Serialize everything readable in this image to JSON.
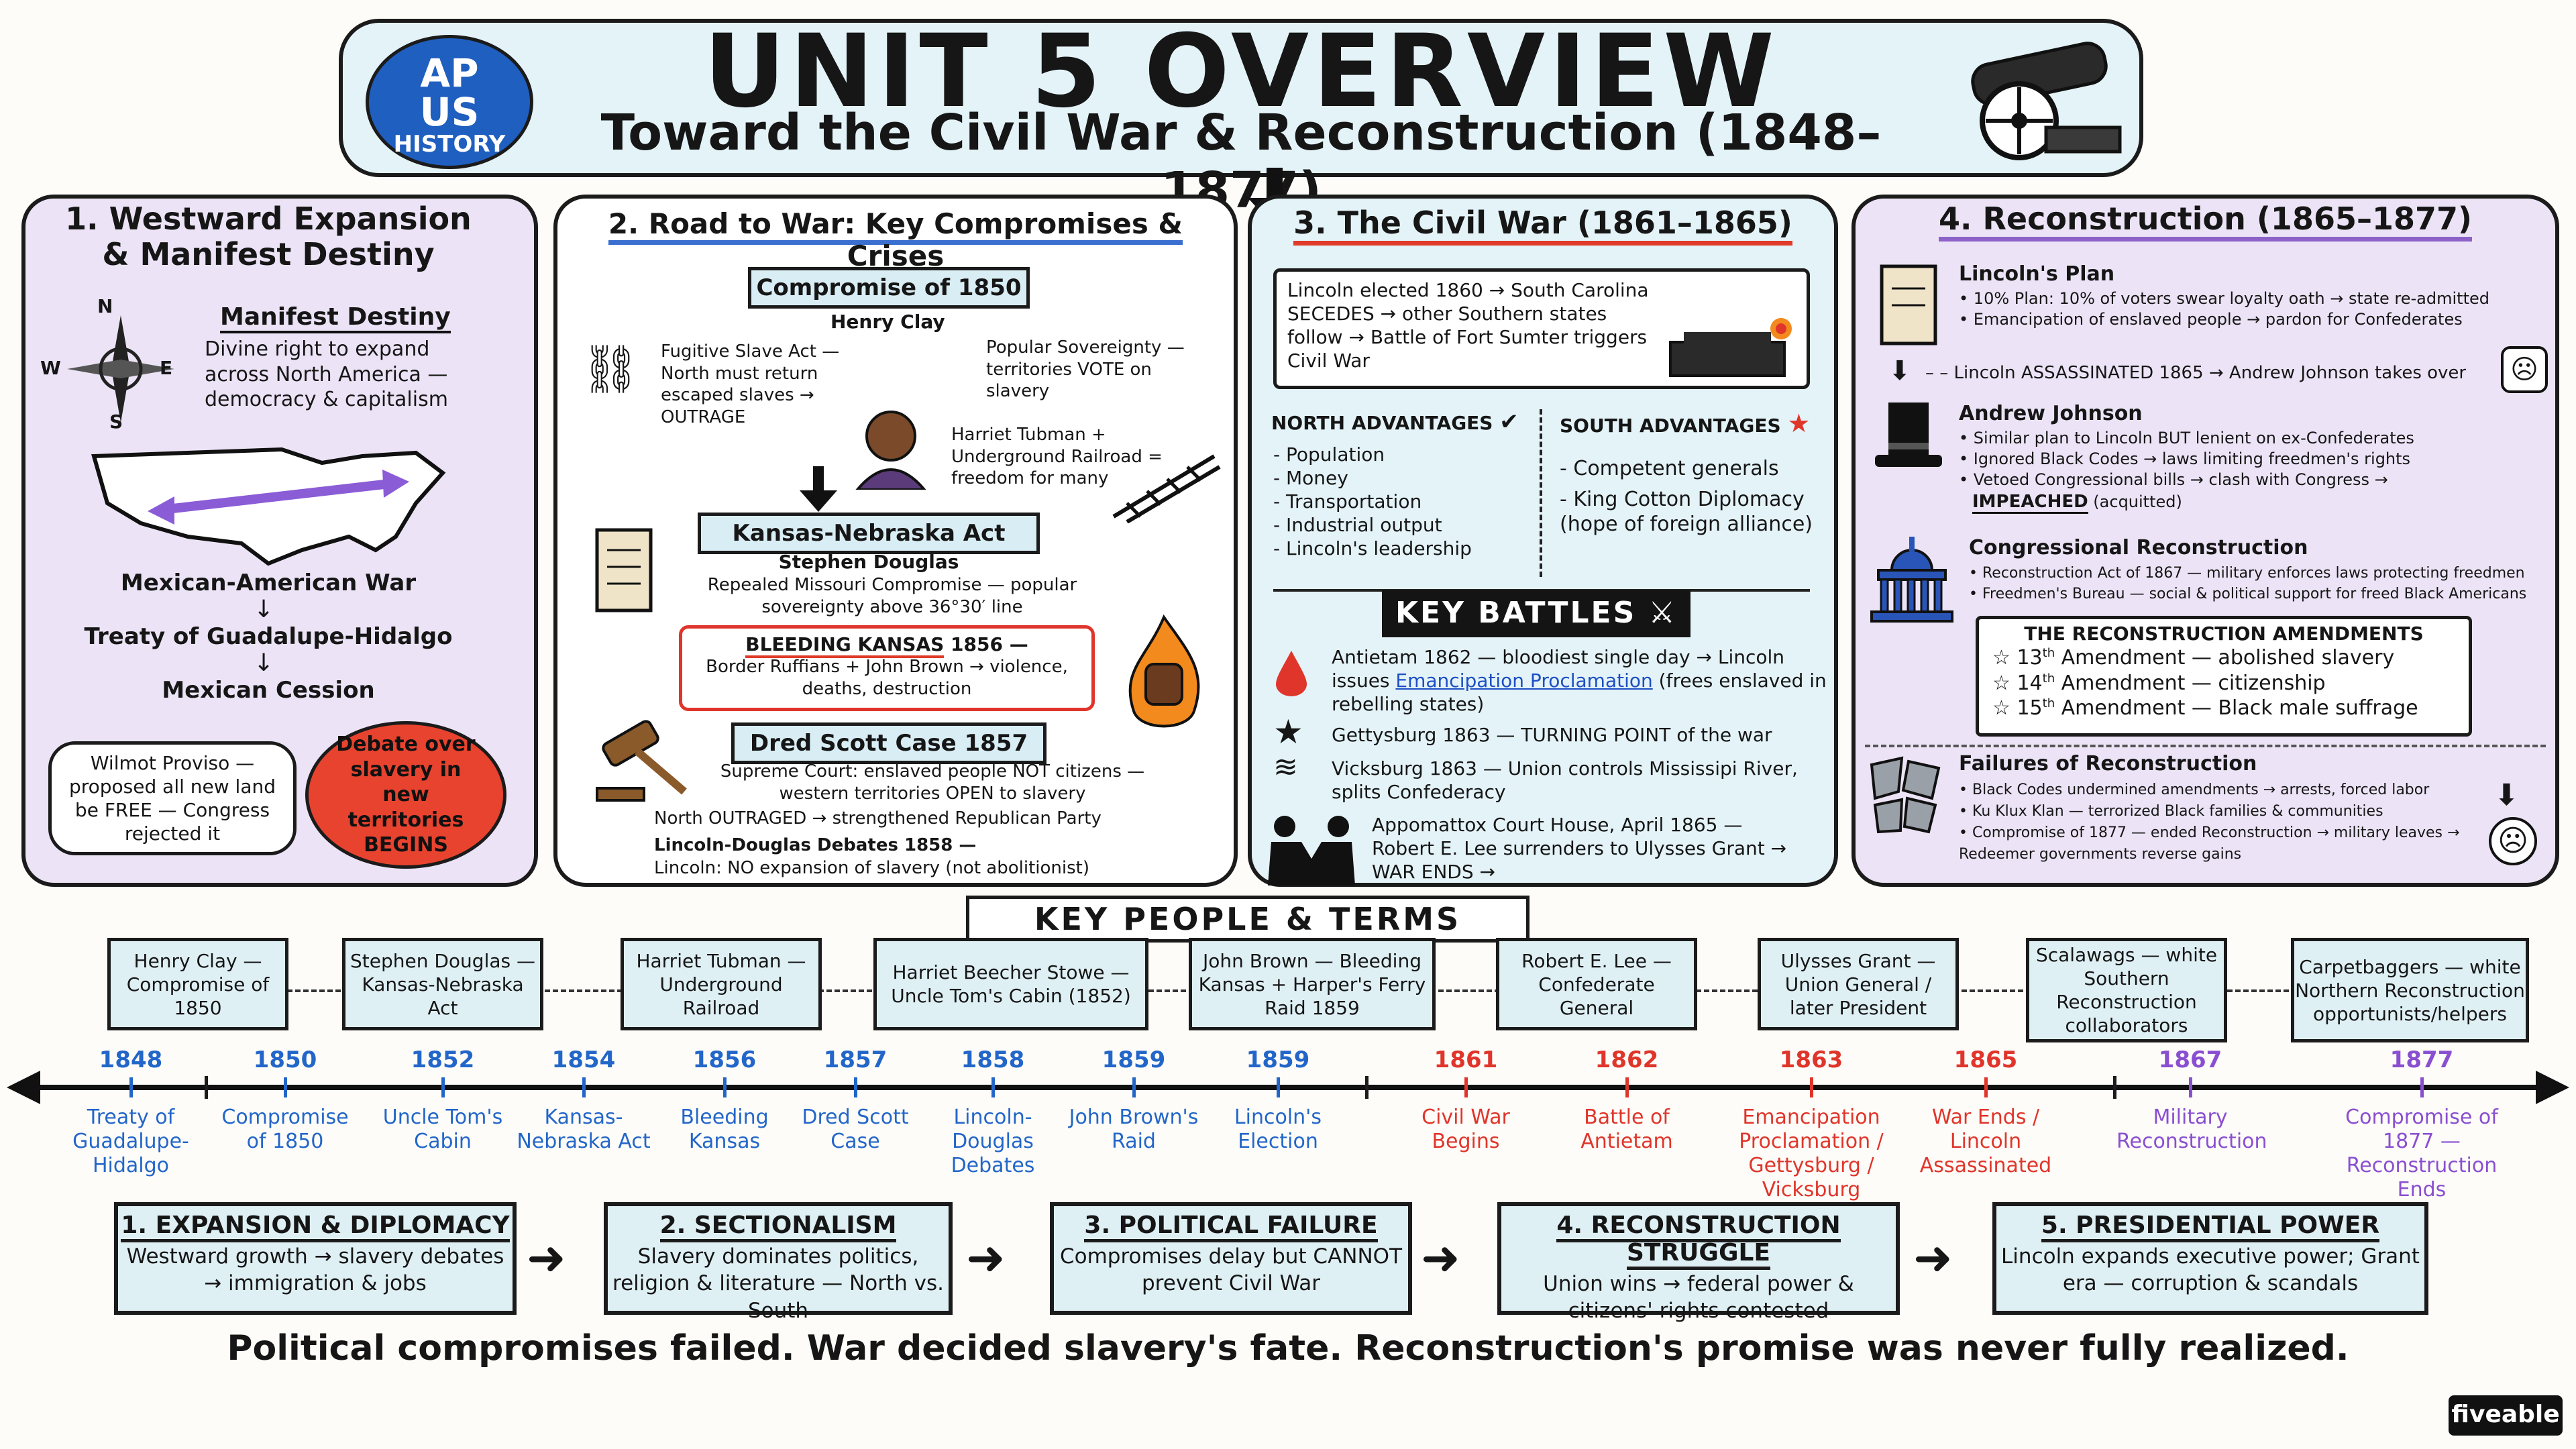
{
  "header": {
    "badge": [
      "AP",
      "US",
      "HISTORY"
    ],
    "title": "UNIT 5 OVERVIEW",
    "subtitle": "Toward the Civil War & Reconstruction (1848–1877)"
  },
  "panel1": {
    "title": "1. Westward Expansion & Manifest Destiny",
    "compass": {
      "n": "N",
      "w": "W",
      "e": "E",
      "s": "S"
    },
    "manifest_title": "Manifest Destiny",
    "manifest_text": "Divine right to expand across North America — democracy & capitalism",
    "chain": [
      "Mexican-American War",
      "Treaty of Guadalupe-Hidalgo",
      "Mexican Cession"
    ],
    "wilmot": "Wilmot Proviso — proposed all new land be FREE — Congress rejected it",
    "debate": "Debate over slavery in new territories BEGINS"
  },
  "panel2": {
    "title": "2. Road to War: Key Compromises & Crises",
    "compromise_1850": "Compromise of 1850",
    "henry_clay": "Henry Clay",
    "fugitive": "Fugitive Slave Act — North must return escaped slaves → OUTRAGE",
    "popular_sov": "Popular Sovereignty — territories VOTE on slavery",
    "tubman": "Harriet Tubman + Underground Railroad = freedom for many",
    "kansas_nebraska": "Kansas-Nebraska Act",
    "douglas": "Stephen Douglas",
    "kn_text": "Repealed Missouri Compromise — popular sovereignty above 36°30′ line",
    "bleeding_title": "BLEEDING KANSAS",
    "bleeding_year": " 1856 —",
    "bleeding_text": "Border Ruffians + John Brown → violence, deaths, destruction",
    "dred_scott": "Dred Scott Case 1857",
    "dred_text1": "Supreme Court: enslaved people NOT citizens — western territories OPEN to slavery",
    "dred_text2": "North OUTRAGED → strengthened Republican Party",
    "ld_text1": "Lincoln-Douglas Debates 1858 —",
    "ld_text2": "Lincoln: NO expansion of slavery (not abolitionist)"
  },
  "panel3": {
    "title": "3. The Civil War (1861–1865)",
    "secession": "Lincoln elected 1860 → South Carolina SECEDES → other Southern states follow → Battle of Fort Sumter triggers Civil War",
    "north_title": "NORTH ADVANTAGES",
    "north_items": [
      "Population",
      "Money",
      "Transportation",
      "Industrial output",
      "Lincoln's leadership"
    ],
    "south_title": "SOUTH ADVANTAGES",
    "south_items": [
      "Competent generals",
      "King Cotton Diplomacy (hope of foreign alliance)"
    ],
    "battles_title": "KEY BATTLES",
    "antietam_a": "Antietam 1862 — bloodiest single day → Lincoln issues ",
    "antietam_link": "Emancipation Proclamation",
    "antietam_b": " (frees enslaved in rebelling states)",
    "gettysburg": "Gettysburg 1863 — TURNING POINT of the war",
    "vicksburg": "Vicksburg 1863 — Union controls Mississipi River, splits Confederacy",
    "appomattox": "Appomattox Court House, April 1865 — Robert E. Lee surrenders to Ulysses Grant → WAR ENDS →"
  },
  "panel4": {
    "title": "4. Reconstruction (1865–1877)",
    "lincoln_title": "Lincoln's Plan",
    "lincoln_items": [
      "10% Plan: 10% of voters swear loyalty oath → state re-admitted",
      "Emancipation of enslaved people → pardon for Confederates"
    ],
    "assassinated": "Lincoln ASSASSINATED 1865 → Andrew Johnson takes over",
    "johnson_title": "Andrew Johnson",
    "johnson_items": [
      "Similar plan to Lincoln BUT lenient on ex-Confederates",
      "Ignored Black Codes → laws limiting freedmen's rights",
      "Vetoed Congressional bills → clash with Congress →"
    ],
    "impeached": "IMPEACHED",
    "acquitted": " (acquitted)",
    "congress_title": "Congressional Reconstruction",
    "congress_items": [
      "Reconstruction Act of 1867 — military enforces laws protecting freedmen",
      "Freedmen's Bureau — social & political support for freed Black Americans"
    ],
    "amend_title": "THE RECONSTRUCTION AMENDMENTS",
    "amendments": [
      {
        "num": "13",
        "text": " Amendment — abolished slavery"
      },
      {
        "num": "14",
        "text": " Amendment — citizenship"
      },
      {
        "num": "15",
        "text": " Amendment — Black male suffrage"
      }
    ],
    "th": "th",
    "failures_title": "Failures of Reconstruction",
    "failures_items": [
      "Black Codes undermined amendments → arrests, forced labor",
      "Ku Klux Klan — terrorized Black families & communities",
      "Compromise of 1877 — ended Reconstruction → military leaves → Redeemer governments reverse gains"
    ]
  },
  "key_people": {
    "title": "KEY PEOPLE & TERMS",
    "items": [
      "Henry Clay — Compromise of 1850",
      "Stephen Douglas — Kansas-Nebraska Act",
      "Harriet Tubman — Underground Railroad",
      "Harriet Beecher Stowe — Uncle Tom's Cabin (1852)",
      "John Brown — Bleeding Kansas + Harper's Ferry Raid 1859",
      "Robert E. Lee — Confederate General",
      "Ulysses Grant — Union General / later President",
      "Scalawags — white Southern Reconstruction collaborators",
      "Carpetbaggers — white Northern Reconstruction opportunists/helpers"
    ]
  },
  "timeline": [
    {
      "year": "1848",
      "label": "Treaty of Guadalupe-Hidalgo",
      "color": "#2366c9"
    },
    {
      "year": "1850",
      "label": "Compromise of 1850",
      "color": "#2366c9"
    },
    {
      "year": "1852",
      "label": "Uncle Tom's Cabin",
      "color": "#2366c9"
    },
    {
      "year": "1854",
      "label": "Kansas-Nebraska Act",
      "color": "#2366c9"
    },
    {
      "year": "1856",
      "label": "Bleeding Kansas",
      "color": "#2366c9"
    },
    {
      "year": "1857",
      "label": "Dred Scott Case",
      "color": "#2366c9"
    },
    {
      "year": "1858",
      "label": "Lincoln-Douglas Debates",
      "color": "#2366c9"
    },
    {
      "year": "1859",
      "label": "John Brown's Raid",
      "color": "#2366c9"
    },
    {
      "year": "1859",
      "label": "Lincoln's Election",
      "color": "#2366c9"
    },
    {
      "year": "1861",
      "label": "Civil War Begins",
      "color": "#e0352b"
    },
    {
      "year": "1862",
      "label": "Battle of Antietam",
      "color": "#e0352b"
    },
    {
      "year": "1863",
      "label": "Emancipation Proclamation / Gettysburg / Vicksburg",
      "color": "#e0352b"
    },
    {
      "year": "1865",
      "label": "War Ends / Lincoln Assassinated",
      "color": "#e0352b"
    },
    {
      "year": "1867",
      "label": "Military Reconstruction",
      "color": "#8a4fd1"
    },
    {
      "year": "1877",
      "label": "Compromise of 1877 — Reconstruction Ends",
      "color": "#8a4fd1"
    }
  ],
  "themes": [
    {
      "title": "1. EXPANSION & DIPLOMACY",
      "text": "Westward growth → slavery debates → immigration & jobs"
    },
    {
      "title": "2. SECTIONALISM",
      "text": "Slavery dominates politics, religion & literature — North vs. South"
    },
    {
      "title": "3. POLITICAL FAILURE",
      "text": "Compromises delay but CANNOT prevent Civil War"
    },
    {
      "title": "4. RECONSTRUCTION STRUGGLE",
      "text": "Union wins → federal power & citizens' rights contested"
    },
    {
      "title": "5. PRESIDENTIAL POWER",
      "text": "Lincoln expands executive power; Grant era — corruption & scandals"
    }
  ],
  "footer": {
    "summary": "Political compromises failed. War decided slavery's fate.  Reconstruction's promise was never fully realized.",
    "brand": "fiveable"
  },
  "colors": {
    "blue_card": "#e4f3f8",
    "purple_card": "#ece4f6",
    "badge": "#1f5fbf",
    "debate": "#e8432f"
  }
}
